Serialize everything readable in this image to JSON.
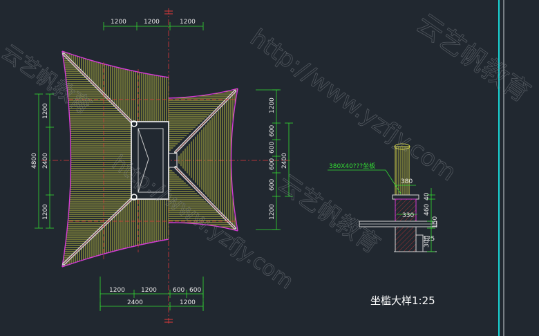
{
  "drawing": {
    "detail_title": "坐槛大样1:25",
    "callout_label": "380X40???坐板",
    "colors": {
      "background": "#212830",
      "roof_hatch": "#d6d64a",
      "roof_outline": "#d63cd6",
      "ridge": "#d6d6d6",
      "axis": "#e23a3a",
      "dimension": "#33dd33",
      "section_hatch": "#c23a3a",
      "frame_cyan": "#19d6d6",
      "text": "#ffffff"
    },
    "dims_top": [
      "1200",
      "1200",
      "1200"
    ],
    "dims_bottom_row1": [
      "1200",
      "1200",
      "600",
      "600"
    ],
    "dims_bottom_row2": [
      "2400",
      "1200"
    ],
    "dims_left_overall": "4800",
    "dims_left_parts": [
      "1200",
      "2400",
      "1200"
    ],
    "dims_right_parts": [
      "1200",
      "600",
      "600",
      "600",
      "600",
      "1200"
    ],
    "dims_right_overall": "2400",
    "detail_dims": {
      "top": "380",
      "inner": "330",
      "right_a": "40",
      "right_b": "460",
      "right_c": "150",
      "right_d": "300",
      "small": "125"
    },
    "watermarks": [
      "http://www.yzfjy.com",
      "云艺帆教育"
    ]
  }
}
